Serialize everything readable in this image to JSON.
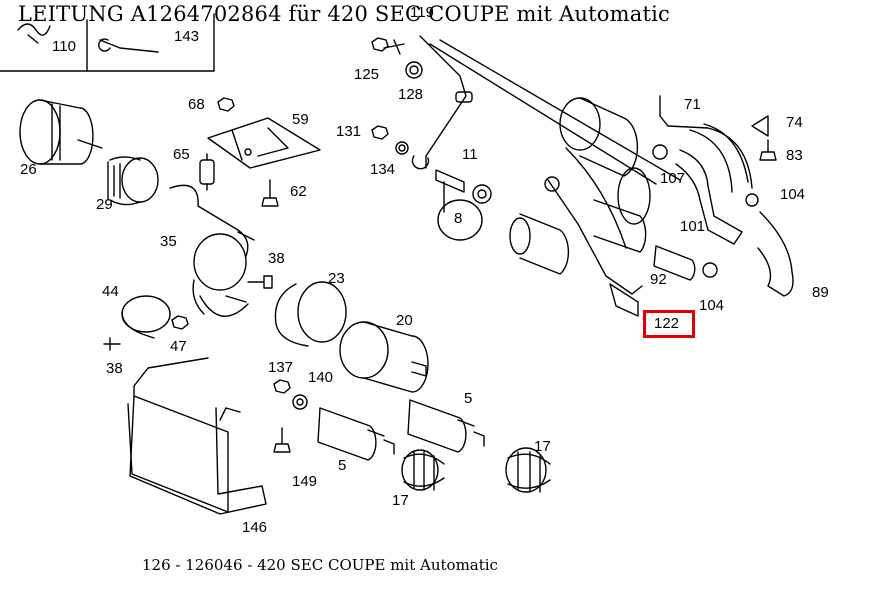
{
  "header": {
    "title": "LEITUNG    A1264702864 für 420 SEC COUPE mit Automatic"
  },
  "footer": {
    "caption": "126 - 126046 - 420 SEC COUPE mit Automatic"
  },
  "highlight": {
    "part_number": "122",
    "color": "#e00000"
  },
  "parts": [
    "110",
    "143",
    "119",
    "125",
    "128",
    "71",
    "74",
    "83",
    "68",
    "59",
    "131",
    "11",
    "134",
    "26",
    "65",
    "62",
    "107",
    "104",
    "29",
    "8",
    "101",
    "35",
    "38",
    "23",
    "92",
    "89",
    "44",
    "20",
    "104",
    "122",
    "47",
    "38",
    "137",
    "140",
    "5",
    "149",
    "5",
    "17",
    "17",
    "146"
  ]
}
